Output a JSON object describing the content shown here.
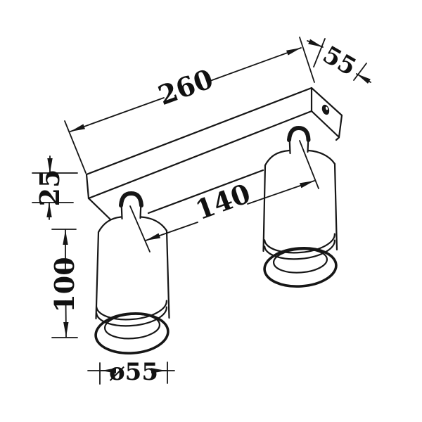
{
  "drawing": {
    "type": "technical-dimension-drawing",
    "subject": "two-head ceiling spotlight",
    "colors": {
      "line": "#161616",
      "background": "#ffffff"
    },
    "dimensions": {
      "plate_length": "260",
      "plate_width": "55",
      "plate_thickness": "25",
      "spot_spacing": "140",
      "body_height": "100",
      "body_diameter": "ø55"
    }
  }
}
